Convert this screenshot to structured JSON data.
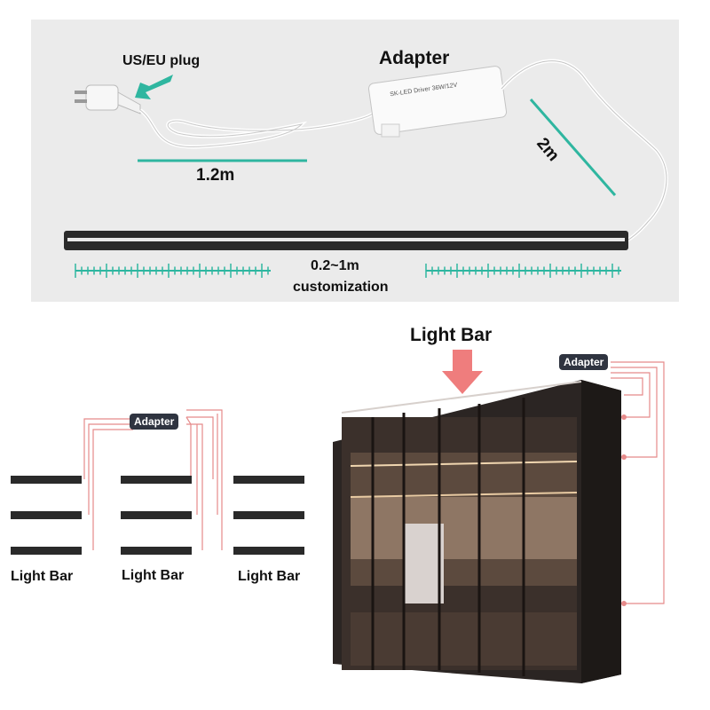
{
  "top": {
    "plug_label": "US/EU plug",
    "adapter_label": "Adapter",
    "cable_short": "1.2m",
    "cable_long": "2m",
    "length_range": "0.2~1m",
    "length_note": "customization",
    "adapter_print": "SK-LED Driver 36W/12V"
  },
  "bottom_left": {
    "adapter_badge": "Adapter",
    "bar_labels": [
      "Light Bar",
      "Light Bar",
      "Light Bar"
    ]
  },
  "bottom_right": {
    "title": "Light Bar",
    "adapter_badge": "Adapter"
  },
  "colors": {
    "accent_teal": "#2fb6a0",
    "wire_pink": "#e58a8a",
    "arrow_pink": "#ef7d7d",
    "bar_dark": "#2a2a2a",
    "badge_bg": "#2f3440"
  }
}
